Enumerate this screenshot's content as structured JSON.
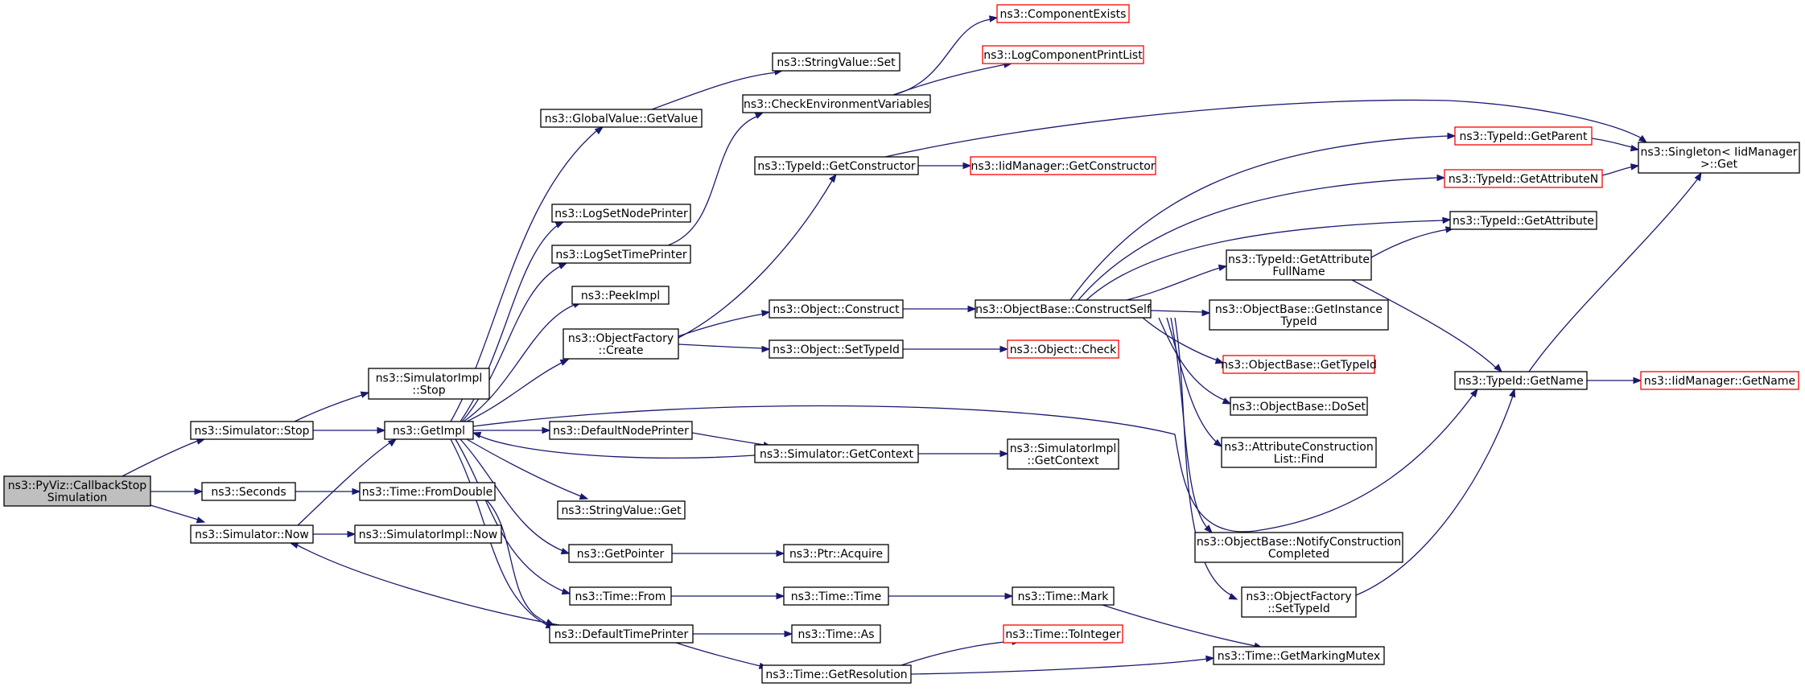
{
  "graph": {
    "colors": {
      "edge": "#191970",
      "node_border": "#000000",
      "truncated_border": "#ff0000",
      "root_fill": "#bfbfbf",
      "node_fill": "#ffffff"
    },
    "nodes": [
      {
        "id": "root",
        "lines": [
          "ns3::PyViz::CallbackStop",
          "Simulation"
        ],
        "root": true
      },
      {
        "id": "simStop",
        "lines": [
          "ns3::Simulator::Stop"
        ]
      },
      {
        "id": "seconds",
        "lines": [
          "ns3::Seconds"
        ]
      },
      {
        "id": "simNow",
        "lines": [
          "ns3::Simulator::Now"
        ]
      },
      {
        "id": "simImplStop",
        "lines": [
          "ns3::SimulatorImpl",
          "::Stop"
        ]
      },
      {
        "id": "getImpl",
        "lines": [
          "ns3::GetImpl"
        ]
      },
      {
        "id": "fromDouble",
        "lines": [
          "ns3::Time::FromDouble"
        ]
      },
      {
        "id": "simImplNow",
        "lines": [
          "ns3::SimulatorImpl::Now"
        ]
      },
      {
        "id": "gvGetValue",
        "lines": [
          "ns3::GlobalValue::GetValue"
        ]
      },
      {
        "id": "logSetNode",
        "lines": [
          "ns3::LogSetNodePrinter"
        ]
      },
      {
        "id": "logSetTime",
        "lines": [
          "ns3::LogSetTimePrinter"
        ]
      },
      {
        "id": "peekImpl",
        "lines": [
          "ns3::PeekImpl"
        ]
      },
      {
        "id": "ofCreate",
        "lines": [
          "ns3::ObjectFactory",
          "::Create"
        ]
      },
      {
        "id": "defNodePrinter",
        "lines": [
          "ns3::DefaultNodePrinter"
        ]
      },
      {
        "id": "svGet",
        "lines": [
          "ns3::StringValue::Get"
        ]
      },
      {
        "id": "getPointer",
        "lines": [
          "ns3::GetPointer"
        ]
      },
      {
        "id": "timeFrom",
        "lines": [
          "ns3::Time::From"
        ]
      },
      {
        "id": "defTimePrinter",
        "lines": [
          "ns3::DefaultTimePrinter"
        ]
      },
      {
        "id": "svSet",
        "lines": [
          "ns3::StringValue::Set"
        ]
      },
      {
        "id": "checkEnv",
        "lines": [
          "ns3::CheckEnvironmentVariables"
        ]
      },
      {
        "id": "tidGetCtor",
        "lines": [
          "ns3::TypeId::GetConstructor"
        ]
      },
      {
        "id": "objConstruct",
        "lines": [
          "ns3::Object::Construct"
        ]
      },
      {
        "id": "objSetTid",
        "lines": [
          "ns3::Object::SetTypeId"
        ]
      },
      {
        "id": "simGetContext",
        "lines": [
          "ns3::Simulator::GetContext"
        ]
      },
      {
        "id": "ptrAcquire",
        "lines": [
          "ns3::Ptr::Acquire"
        ]
      },
      {
        "id": "timeTime",
        "lines": [
          "ns3::Time::Time"
        ]
      },
      {
        "id": "timeAs",
        "lines": [
          "ns3::Time::As"
        ]
      },
      {
        "id": "timeGetRes",
        "lines": [
          "ns3::Time::GetResolution"
        ]
      },
      {
        "id": "compExists",
        "lines": [
          "ns3::ComponentExists"
        ],
        "truncated": true
      },
      {
        "id": "logCompPrint",
        "lines": [
          "ns3::LogComponentPrintList"
        ],
        "truncated": true
      },
      {
        "id": "iidGetCtor",
        "lines": [
          "ns3::IidManager::GetConstructor"
        ],
        "truncated": true
      },
      {
        "id": "obConstructSelf",
        "lines": [
          "ns3::ObjectBase::ConstructSelf"
        ]
      },
      {
        "id": "objCheck",
        "lines": [
          "ns3::Object::Check"
        ],
        "truncated": true
      },
      {
        "id": "simImplGetContext",
        "lines": [
          "ns3::SimulatorImpl",
          "::GetContext"
        ]
      },
      {
        "id": "timeMark",
        "lines": [
          "ns3::Time::Mark"
        ]
      },
      {
        "id": "timeToInteger",
        "lines": [
          "ns3::Time::ToInteger"
        ],
        "truncated": true
      },
      {
        "id": "tidGetParent",
        "lines": [
          "ns3::TypeId::GetParent"
        ],
        "truncated": true
      },
      {
        "id": "tidGetAttrN",
        "lines": [
          "ns3::TypeId::GetAttributeN"
        ],
        "truncated": true
      },
      {
        "id": "tidGetAttr",
        "lines": [
          "ns3::TypeId::GetAttribute"
        ]
      },
      {
        "id": "tidGetAttrFull",
        "lines": [
          "ns3::TypeId::GetAttribute",
          "FullName"
        ]
      },
      {
        "id": "obGetInstTid",
        "lines": [
          "ns3::ObjectBase::GetInstance",
          "TypeId"
        ]
      },
      {
        "id": "obGetTid",
        "lines": [
          "ns3::ObjectBase::GetTypeId"
        ],
        "truncated": true
      },
      {
        "id": "obDoSet",
        "lines": [
          "ns3::ObjectBase::DoSet"
        ]
      },
      {
        "id": "acListFind",
        "lines": [
          "ns3::AttributeConstruction",
          "List::Find"
        ]
      },
      {
        "id": "obNotify",
        "lines": [
          "ns3::ObjectBase::NotifyConstruction",
          "Completed"
        ]
      },
      {
        "id": "ofSetTid",
        "lines": [
          "ns3::ObjectFactory",
          "::SetTypeId"
        ]
      },
      {
        "id": "timeGetMarking",
        "lines": [
          "ns3::Time::GetMarkingMutex"
        ]
      },
      {
        "id": "singletonGet",
        "lines": [
          "ns3::Singleton< IidManager",
          ">::Get"
        ]
      },
      {
        "id": "tidGetName",
        "lines": [
          "ns3::TypeId::GetName"
        ]
      },
      {
        "id": "iidGetName",
        "lines": [
          "ns3::IidManager::GetName"
        ],
        "truncated": true
      }
    ]
  }
}
